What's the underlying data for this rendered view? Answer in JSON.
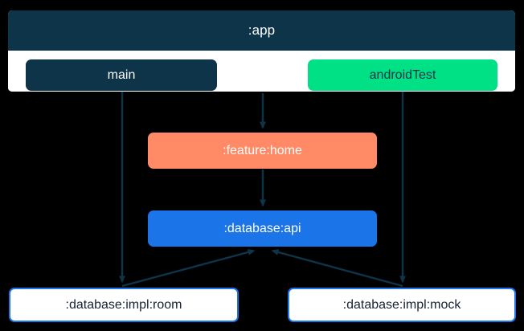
{
  "diagram": {
    "title": ":app",
    "background_color": "#000000",
    "edge_color": "#0e3449",
    "subgraph": {
      "label": ":app",
      "header_color": "#0e3449",
      "body_color": "#ffffff",
      "nodes": [
        {
          "id": "main",
          "label": "main",
          "fill": "#0e3449",
          "text_color": "#ffffff"
        },
        {
          "id": "androidTest",
          "label": "androidTest",
          "fill": "#00e186",
          "text_color": "#0e3449"
        }
      ]
    },
    "nodes": [
      {
        "id": "feature_home",
        "label": ":feature:home",
        "fill": "#ff8a65",
        "text_color": "#ffffff"
      },
      {
        "id": "database_api",
        "label": ":database:api",
        "fill": "#1b74e8",
        "text_color": "#ffffff"
      },
      {
        "id": "database_impl_room",
        "label": ":database:impl:room",
        "fill": "#ffffff",
        "text_color": "#152232",
        "border": "#1b74e8"
      },
      {
        "id": "database_impl_mock",
        "label": ":database:impl:mock",
        "fill": "#ffffff",
        "text_color": "#152232",
        "border": "#1b74e8"
      }
    ],
    "edges": [
      {
        "from": "main",
        "to": "database_impl_room"
      },
      {
        "from": "app",
        "to": "feature_home"
      },
      {
        "from": "androidTest",
        "to": "database_impl_mock"
      },
      {
        "from": "feature_home",
        "to": "database_api"
      },
      {
        "from": "database_impl_room",
        "to": "database_api"
      },
      {
        "from": "database_impl_mock",
        "to": "database_api"
      }
    ]
  }
}
